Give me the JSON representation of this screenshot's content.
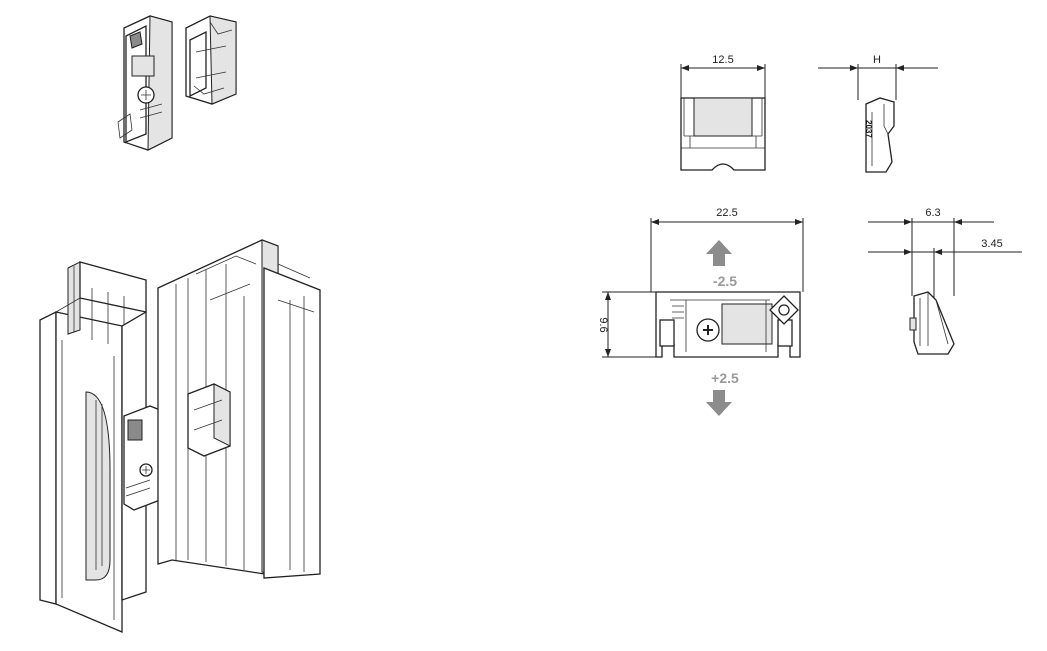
{
  "drawing": {
    "dimensions": {
      "front_width": "12.5",
      "side_height": "H",
      "back_width": "22.5",
      "back_height": "9.6",
      "profile_depth": "6.3",
      "profile_offset": "3.45"
    },
    "adjustment": {
      "up": "-2.5",
      "down": "+2.5"
    },
    "part_marking": "2037"
  },
  "colors": {
    "line": "#222222",
    "arrow": "#8c8c8c",
    "adjust_text": "#9a9a9a",
    "fill_light": "#e4e4e4"
  }
}
